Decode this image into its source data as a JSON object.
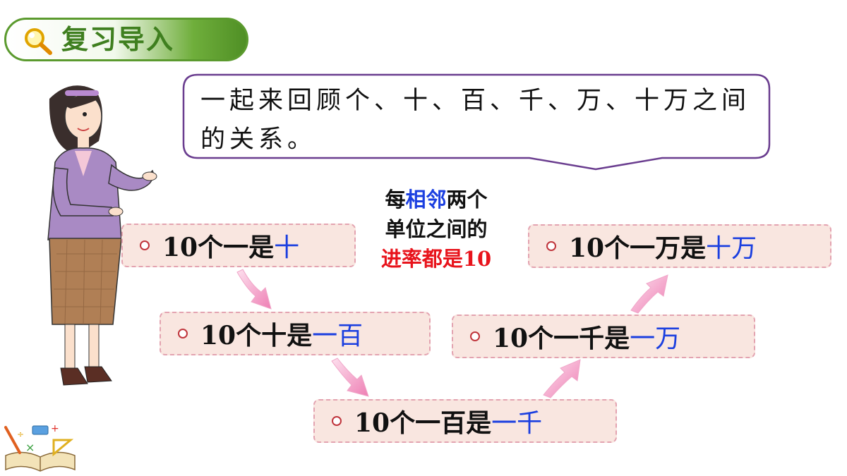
{
  "header": {
    "title": "复习导入"
  },
  "bubble": {
    "text": "一起来回顾个、十、百、千、万、十万之间的关系。"
  },
  "note": {
    "part1": "每",
    "part2_blue": "相邻",
    "part3": "两个",
    "line2": "单位之间的",
    "line3_red": "进率都是10"
  },
  "rules": [
    {
      "prefix": "10个一是",
      "highlight": "十"
    },
    {
      "prefix": "10个十是",
      "highlight": "一百"
    },
    {
      "prefix": "10个一百是",
      "highlight": "一千"
    },
    {
      "prefix": "10个一千是",
      "highlight": "一万"
    },
    {
      "prefix": "10个一万是",
      "highlight": "十万"
    }
  ],
  "colors": {
    "accent_green": "#5b9a2e",
    "highlight_blue": "#1b3fe0",
    "highlight_red": "#e8141c",
    "box_bg": "#f9e6e0",
    "arrow_pink": "#f08ab8"
  },
  "icons": [
    "magnifier-icon",
    "teacher-illustration",
    "book-math-icon"
  ]
}
